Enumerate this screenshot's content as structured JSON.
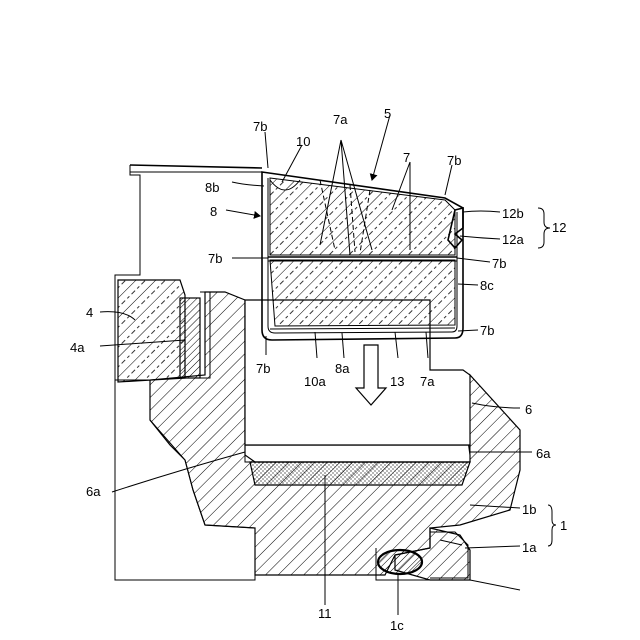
{
  "labels": {
    "l5": "5",
    "l7a_top": "7a",
    "l7b_tl": "7b",
    "l10": "10",
    "l7_top": "7",
    "l7b_tr": "7b",
    "l8b": "8b",
    "l8": "8",
    "l12b": "12b",
    "l12a": "12a",
    "l12": "12",
    "l7b_ml": "7b",
    "l7b_mr": "7b",
    "l8c": "8c",
    "l4": "4",
    "l4a": "4a",
    "l7b_br": "7b",
    "l7b_bl": "7b",
    "l10a": "10a",
    "l8a": "8a",
    "l13": "13",
    "l7a_bot": "7a",
    "l6": "6",
    "l6a_r": "6a",
    "l6a_l": "6a",
    "l1b": "1b",
    "l1": "1",
    "l1a": "1a",
    "l11": "11",
    "l1c": "1c"
  }
}
